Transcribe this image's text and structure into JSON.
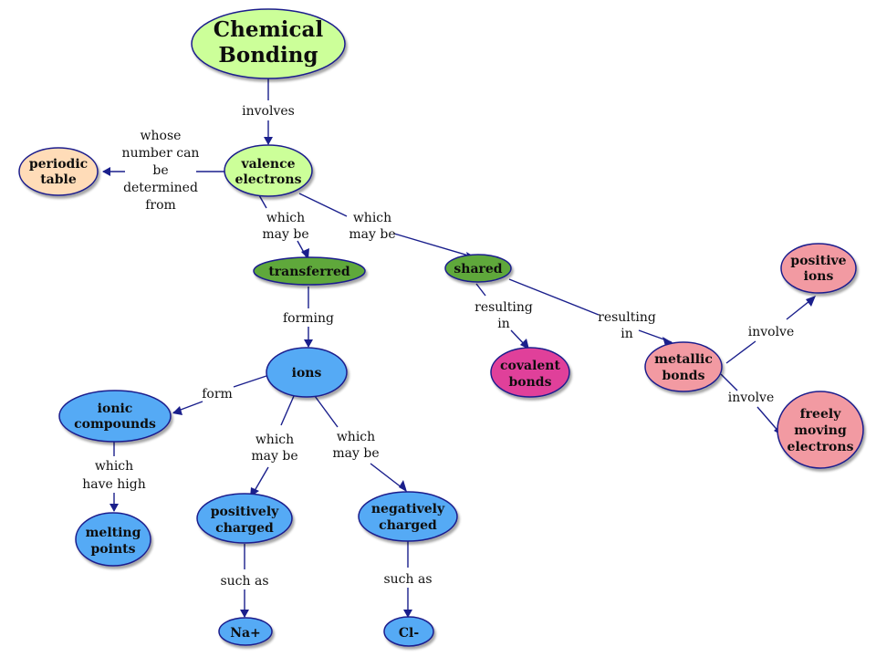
{
  "diagram": {
    "nodes": {
      "chemical_bonding": {
        "lines": [
          "Chemical",
          "Bonding"
        ],
        "fill": "#ccff99"
      },
      "valence_electrons": {
        "lines": [
          "valence",
          "electrons"
        ],
        "fill": "#ccff99"
      },
      "periodic_table": {
        "lines": [
          "periodic",
          "table"
        ],
        "fill": "#ffdcb8"
      },
      "transferred": {
        "lines": [
          "transferred"
        ],
        "fill": "#5fa83a"
      },
      "shared": {
        "lines": [
          "shared"
        ],
        "fill": "#5fa83a"
      },
      "ions": {
        "lines": [
          "ions"
        ],
        "fill": "#55aaf5"
      },
      "ionic_compounds": {
        "lines": [
          "ionic",
          "compounds"
        ],
        "fill": "#55aaf5"
      },
      "melting_points": {
        "lines": [
          "melting",
          "points"
        ],
        "fill": "#55aaf5"
      },
      "positively_charged": {
        "lines": [
          "positively",
          "charged"
        ],
        "fill": "#55aaf5"
      },
      "negatively_charged": {
        "lines": [
          "negatively",
          "charged"
        ],
        "fill": "#55aaf5"
      },
      "na_plus": {
        "lines": [
          "Na+"
        ],
        "fill": "#55aaf5"
      },
      "cl_minus": {
        "lines": [
          "Cl-"
        ],
        "fill": "#55aaf5"
      },
      "covalent_bonds": {
        "lines": [
          "covalent",
          "bonds"
        ],
        "fill": "#e0409a"
      },
      "metallic_bonds": {
        "lines": [
          "metallic",
          "bonds"
        ],
        "fill": "#f29aa2"
      },
      "positive_ions": {
        "lines": [
          "positive",
          "ions"
        ],
        "fill": "#f29aa2"
      },
      "freely_moving_electrons": {
        "lines": [
          "freely",
          "moving",
          "electrons"
        ],
        "fill": "#f29aa2"
      }
    },
    "edge_labels": {
      "involves": [
        "involves"
      ],
      "whose_number": [
        "whose",
        "number can",
        "be",
        "determined",
        "from"
      ],
      "which_may_be_1": [
        "which",
        "may be"
      ],
      "which_may_be_2": [
        "which",
        "may be"
      ],
      "forming": [
        "forming"
      ],
      "form": [
        "form"
      ],
      "which_have_high": [
        "which",
        "have high"
      ],
      "which_may_be_3": [
        "which",
        "may be"
      ],
      "which_may_be_4": [
        "which",
        "may be"
      ],
      "such_as_1": [
        "such as"
      ],
      "such_as_2": [
        "such as"
      ],
      "resulting_in_1": [
        "resulting",
        "in"
      ],
      "resulting_in_2": [
        "resulting",
        "in"
      ],
      "involve_1": [
        "involve"
      ],
      "involve_2": [
        "involve"
      ]
    },
    "colors": {
      "edge": "#1a1f8c",
      "node_stroke": "#1a1f8c"
    }
  }
}
